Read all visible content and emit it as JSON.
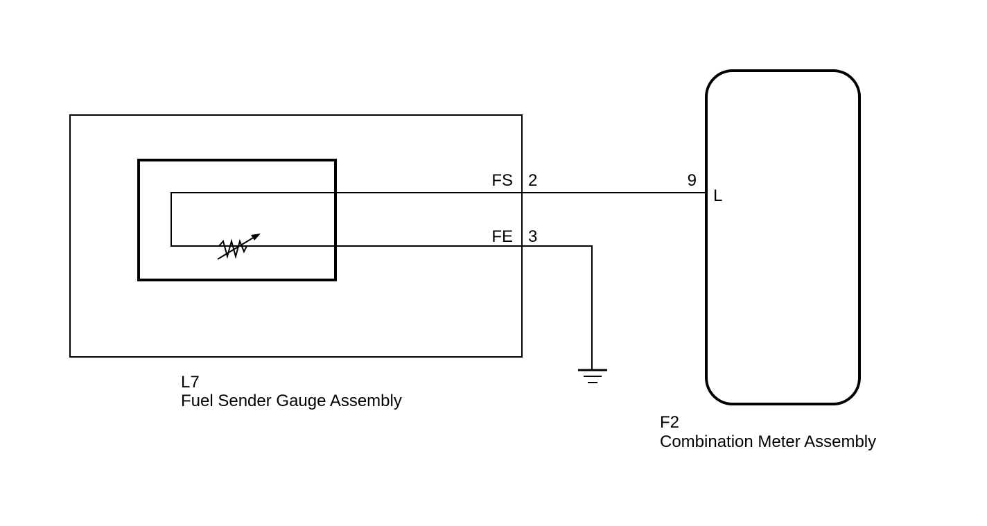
{
  "components": {
    "fuel_sender": {
      "code": "L7",
      "name": "Fuel Sender Gauge Assembly",
      "terminals": [
        {
          "name": "FS",
          "pin": "2"
        },
        {
          "name": "FE",
          "pin": "3"
        }
      ]
    },
    "combination_meter": {
      "code": "F2",
      "name": "Combination Meter Assembly",
      "terminals": [
        {
          "name": "L",
          "pin": "9"
        }
      ]
    }
  },
  "symbols": {
    "sender_resistor": "variable-resistor-icon",
    "ground": "ground-icon"
  },
  "colors": {
    "line": "#000000",
    "background": "#ffffff"
  }
}
